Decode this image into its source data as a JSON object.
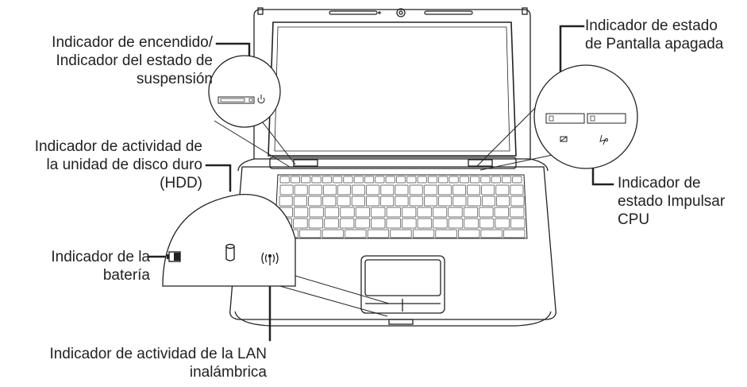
{
  "labels": {
    "power_line1": "Indicador de encendido/",
    "power_line2": "Indicador del estado de",
    "power_line3": "suspensión",
    "screen_line1": "Indicador de estado",
    "screen_line2": "de Pantalla apagada",
    "hdd_line1": "Indicador de actividad de",
    "hdd_line2": "la unidad de disco duro",
    "hdd_line3": "(HDD)",
    "cpu_line1": "Indicador de",
    "cpu_line2": "estado Impulsar",
    "cpu_line3": "CPU",
    "battery_line1": "Indicador de la",
    "battery_line2": "batería",
    "wlan_line1": "Indicador de actividad de la LAN",
    "wlan_line2": "inalámbrica"
  },
  "icons": {
    "power": "power-icon",
    "screen_off": "screen-off-icon",
    "cpu_boost": "cpu-boost-icon",
    "battery": "battery-icon",
    "hdd": "hdd-icon",
    "wireless": "wireless-icon"
  },
  "glyphs": {
    "power": "⏻",
    "wireless": "((ı))"
  }
}
